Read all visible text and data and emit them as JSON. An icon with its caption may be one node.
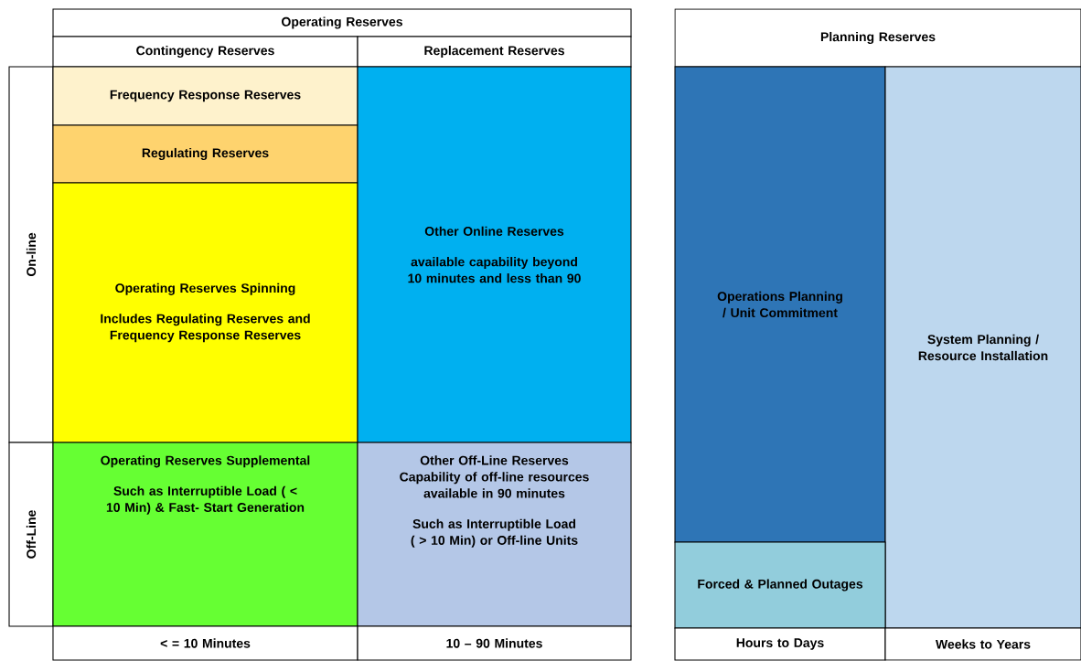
{
  "diagram": {
    "nodes": [
      {
        "text": [
          "Operating Reserves"
        ]
      },
      {
        "text": [
          "Contingency Reserves"
        ]
      },
      {
        "text": [
          "Replacement Reserves"
        ]
      },
      {
        "text": [
          "Planning Reserves"
        ]
      },
      {
        "text": [
          "On-line"
        ]
      },
      {
        "text": [
          "Frequency Response Reserves"
        ]
      },
      {
        "text": [
          "Regulating Reserves"
        ]
      },
      {
        "text": [
          "Operating Reserves Spinning",
          "Includes Regulating Reserves and Frequency Response Reserves"
        ]
      },
      {
        "text": [
          "Other Online Reserves",
          "available capability beyond 10 minutes and less than 90"
        ]
      },
      {
        "text": [
          "Operations Planning / Unit Commitment"
        ]
      },
      {
        "text": [
          "System Planning / Resource Installation"
        ]
      },
      {
        "text": [
          "Off-Line"
        ]
      },
      {
        "text": [
          "Operating Reserves Supplemental",
          "Such as Interruptible Load ( < 10 Min) & Fast- Start Generation"
        ]
      },
      {
        "text": [
          "Other Off-Line Reserves",
          "Capability of off-line resources available in 90 minutes",
          "Such as Interruptible Load ( > 10 Min) or Off-line Units"
        ]
      },
      {
        "text": [
          "Forced & Planned Outages"
        ]
      },
      {
        "text": [
          "< = 10 Minutes"
        ]
      },
      {
        "text": [
          "10 – 90 Minutes"
        ]
      },
      {
        "text": [
          "Hours to Days"
        ]
      },
      {
        "text": [
          "Weeks to Years"
        ]
      }
    ]
  }
}
